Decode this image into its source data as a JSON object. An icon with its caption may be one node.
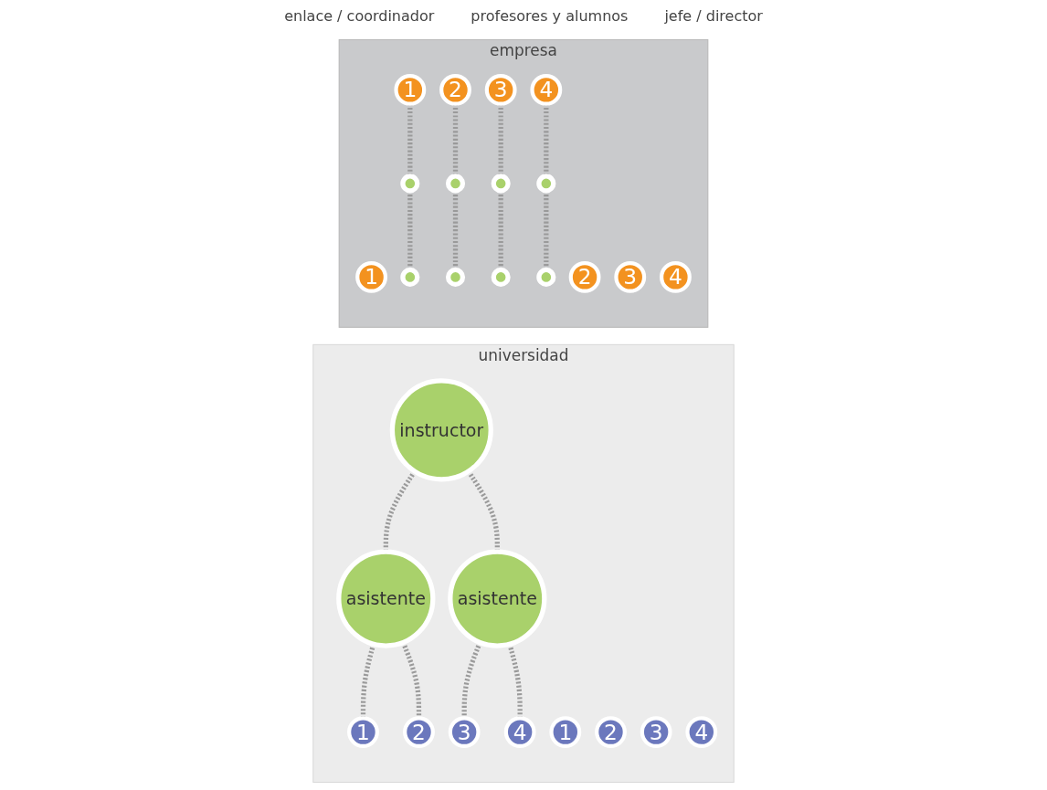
{
  "diagram": {
    "nodes": [
      {
        "text": [
          "universidad"
        ]
      },
      {
        "text": [
          "empresa"
        ]
      },
      {
        "text": [
          "instructor"
        ],
        "in": 0
      },
      {
        "text": [
          "asistente"
        ],
        "in": 0
      },
      {
        "text": [
          "asistente"
        ],
        "in": 0
      },
      {
        "text": [
          "1"
        ],
        "in": 0
      },
      {
        "text": [
          "1"
        ],
        "in": 1
      },
      {
        "text": [
          "1"
        ],
        "in": 0
      },
      {
        "text": [
          "1"
        ],
        "in": 1
      },
      {
        "text": [],
        "shape": "circle",
        "in": 1
      },
      {
        "text": [],
        "shape": "circle",
        "in": 1
      },
      {
        "text": [
          "2"
        ],
        "in": 0
      },
      {
        "text": [
          "2"
        ],
        "in": 1
      },
      {
        "text": [
          "2"
        ],
        "in": 0
      },
      {
        "text": [
          "2"
        ],
        "in": 1
      },
      {
        "text": [],
        "shape": "circle",
        "in": 1
      },
      {
        "text": [],
        "shape": "circle",
        "in": 1
      },
      {
        "text": [
          "3"
        ],
        "in": 0
      },
      {
        "text": [
          "3"
        ],
        "in": 1
      },
      {
        "text": [
          "3"
        ],
        "in": 0
      },
      {
        "text": [
          "3"
        ],
        "in": 1
      },
      {
        "text": [],
        "shape": "circle",
        "in": 1
      },
      {
        "text": [],
        "shape": "circle",
        "in": 1
      },
      {
        "text": [
          "4"
        ],
        "in": 0
      },
      {
        "text": [
          "4"
        ],
        "in": 1
      },
      {
        "text": [
          "4"
        ],
        "in": 0
      },
      {
        "text": [
          "4"
        ],
        "in": 1
      },
      {
        "text": [],
        "shape": "circle",
        "in": 1
      },
      {
        "text": [],
        "shape": "circle",
        "in": 1
      }
    ],
    "edges": [
      {
        "from": 2,
        "to": 3,
        "arrow": "none",
        "style": "dashed"
      },
      {
        "from": 2,
        "to": 4,
        "arrow": "none",
        "style": "dashed"
      },
      {
        "from": 3,
        "to": 5,
        "arrow": "none",
        "style": "dashed"
      },
      {
        "from": 3,
        "to": 13,
        "arrow": "none",
        "style": "dashed"
      },
      {
        "from": 4,
        "to": 17,
        "arrow": "none",
        "style": "dashed"
      },
      {
        "from": 4,
        "to": 25,
        "arrow": "none",
        "style": "dashed"
      },
      {
        "from": 8,
        "to": 9,
        "arrow": "none",
        "style": "dashed"
      },
      {
        "from": 9,
        "to": 10,
        "arrow": "none",
        "style": "dashed"
      },
      {
        "from": 14,
        "to": 15,
        "arrow": "none",
        "style": "dashed"
      },
      {
        "from": 15,
        "to": 16,
        "arrow": "none",
        "style": "dashed"
      },
      {
        "from": 20,
        "to": 21,
        "arrow": "none",
        "style": "dashed"
      },
      {
        "from": 21,
        "to": 22,
        "arrow": "none",
        "style": "dashed"
      },
      {
        "from": 26,
        "to": 27,
        "arrow": "none",
        "style": "dashed"
      },
      {
        "from": 27,
        "to": 28,
        "arrow": "none",
        "style": "dashed"
      }
    ],
    "labels": [
      "enlace / coordinador",
      "profesores y alumnos",
      "jefe / director"
    ]
  }
}
